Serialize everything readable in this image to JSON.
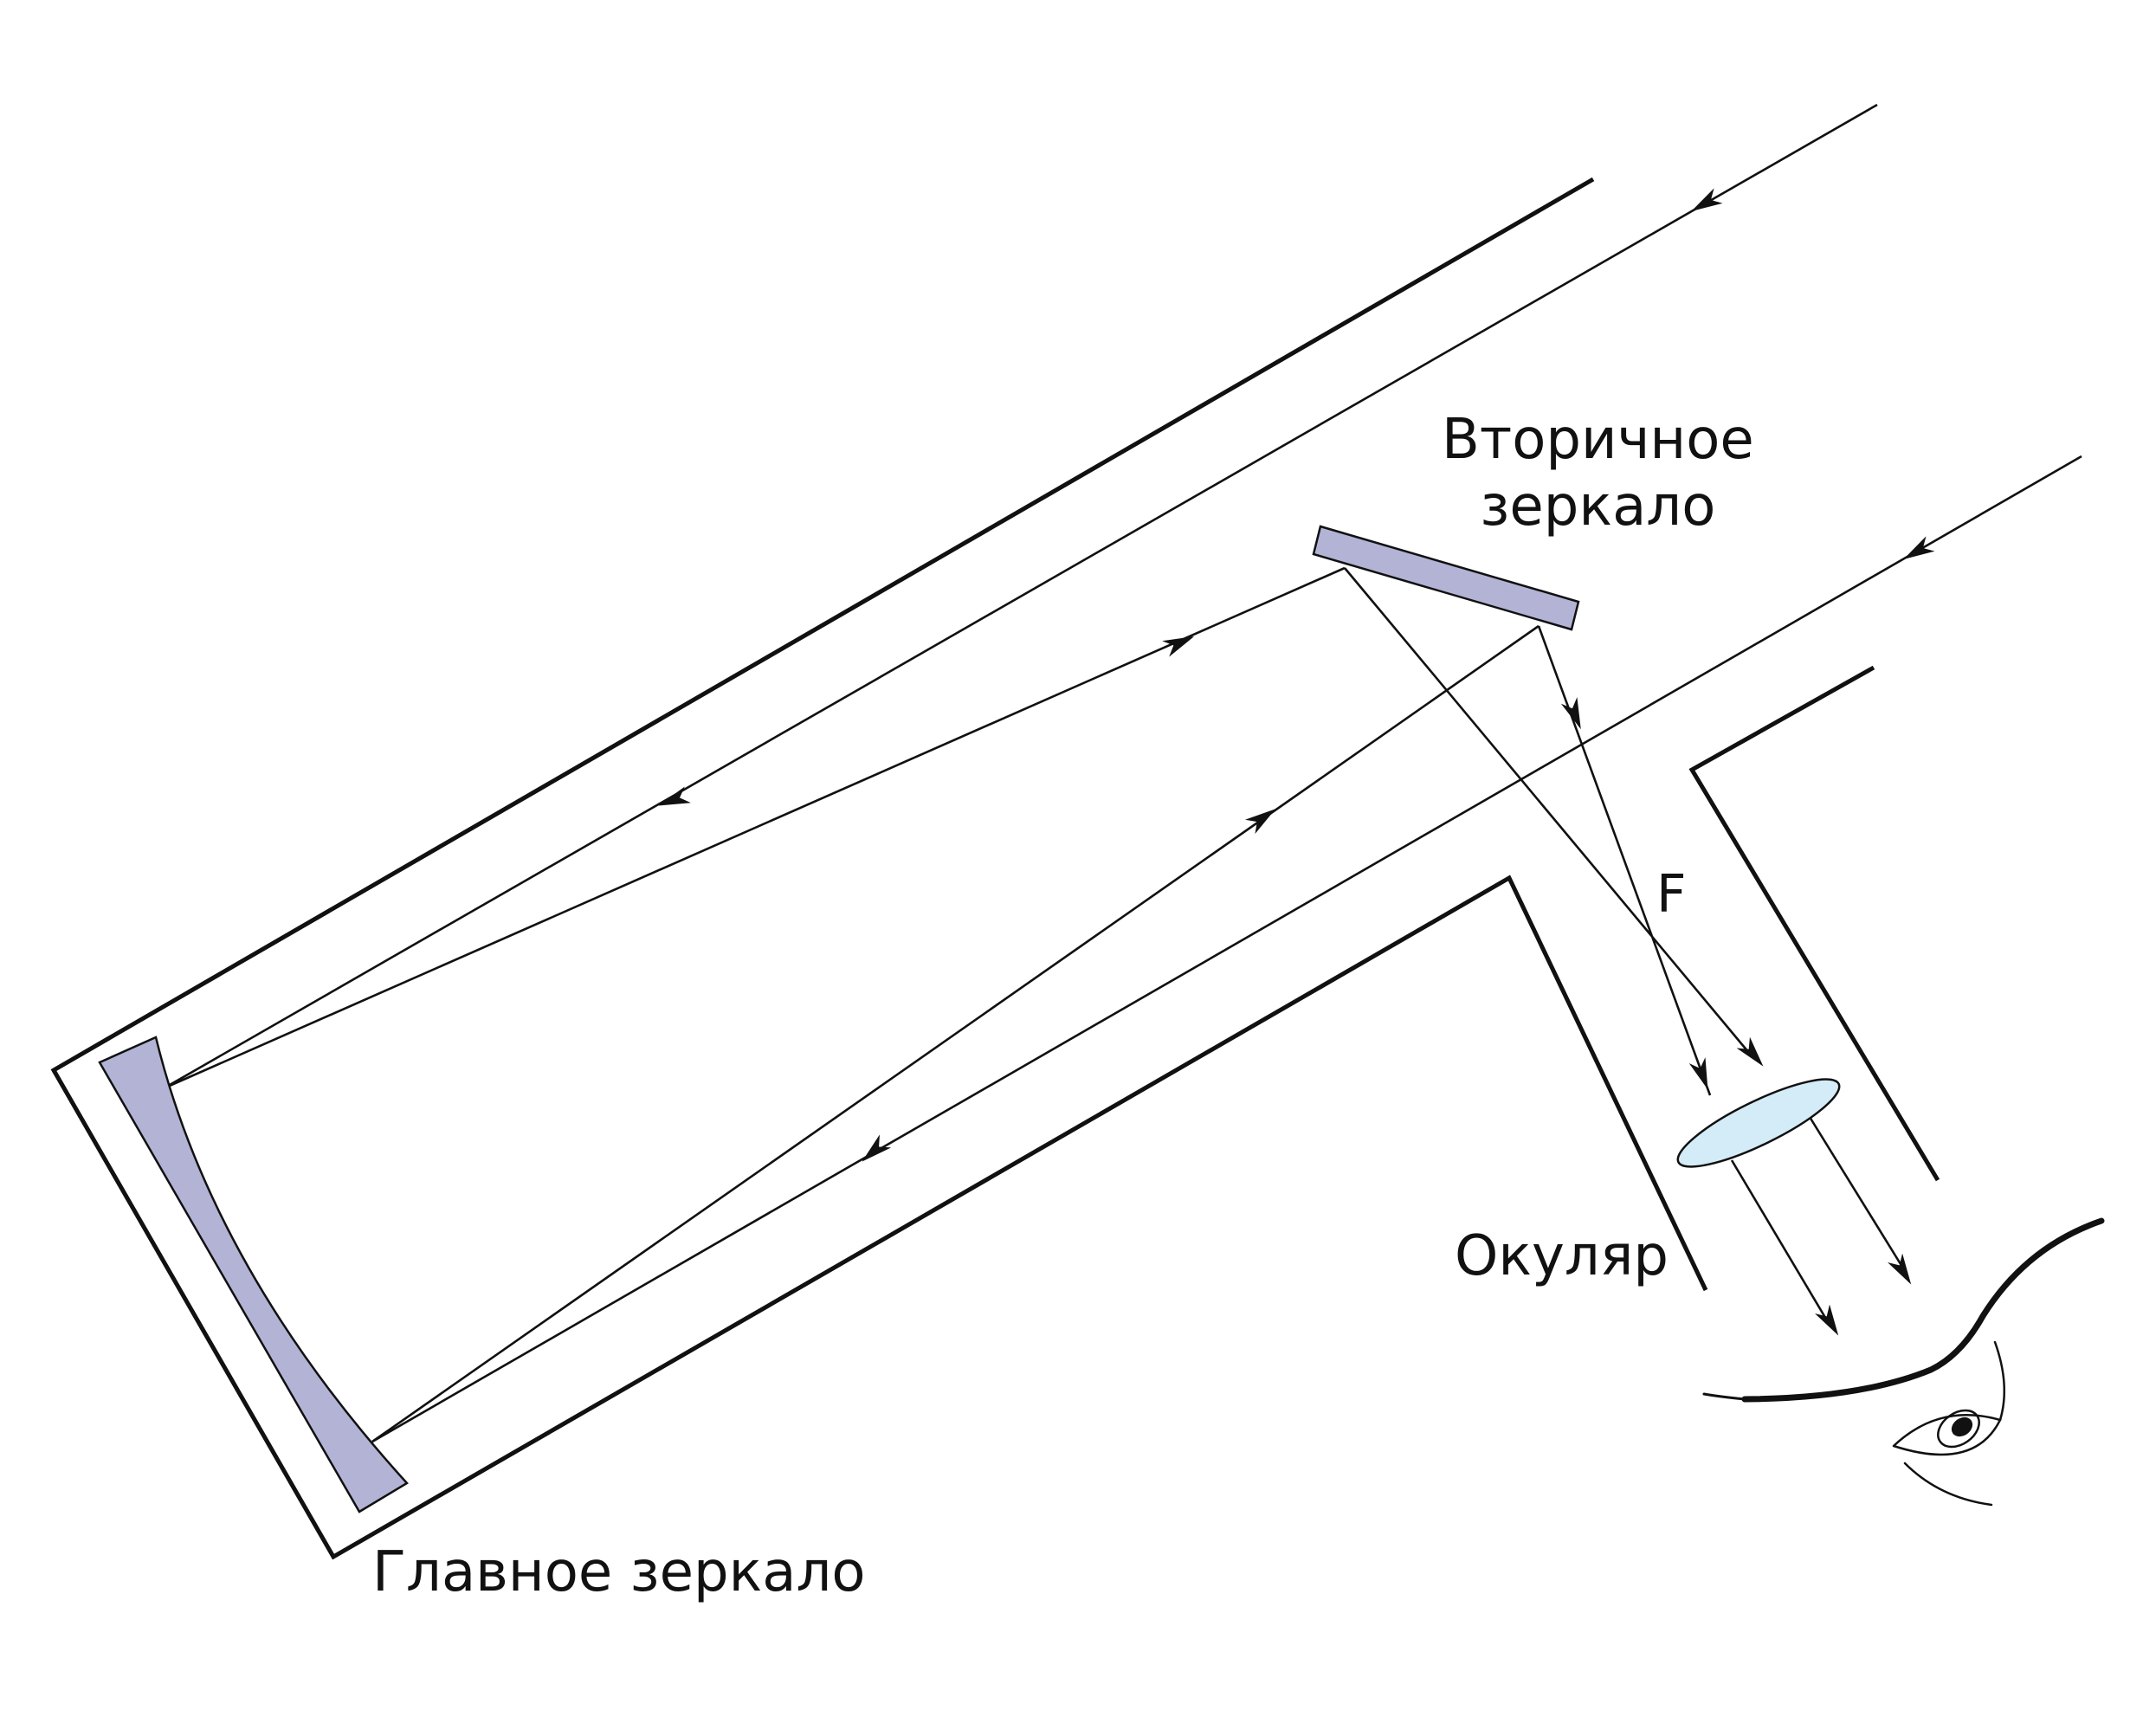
{
  "labels": {
    "secondary_mirror": [
      "Вторичное",
      "зеркало"
    ],
    "primary_mirror": "Главное зеркало",
    "eyepiece": "Окуляр",
    "focus": "F"
  },
  "colors": {
    "mirror_fill": "#b3b3d6",
    "lens_fill": "#d4ecf7",
    "ink": "#111111"
  },
  "icons": {
    "eye": "eye-icon",
    "arrowheads": "ray-direction-arrow"
  }
}
